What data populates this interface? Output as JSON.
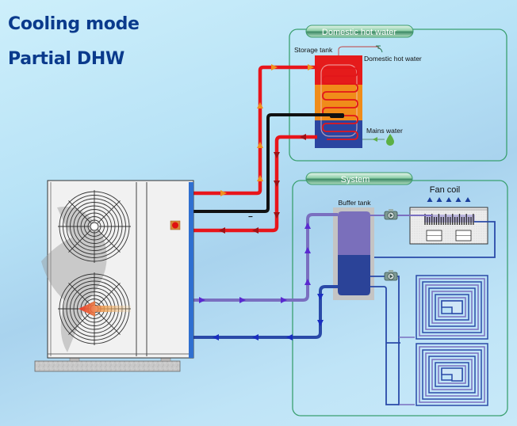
{
  "title": {
    "line1": "Cooling mode",
    "line2": "Partial DHW"
  },
  "dhw_panel": {
    "header": "Domestic hot water",
    "storage_tank_label": "Storage tank",
    "domestic_hot_water_label": "Domestic hot water",
    "mains_water_label": "Mains water"
  },
  "system_panel": {
    "header": "System",
    "buffer_tank_label": "Buffer tank",
    "fan_coil_label": "Fan coil"
  },
  "colors": {
    "title": "#0a3a8c",
    "hot_pipe": "#e8151b",
    "flow_arrow_hot": "#f0901e",
    "return_arrow_hot": "#a01015",
    "black_pipe": "#111111",
    "supply_pipe": "#7a6fc0",
    "return_pipe": "#2a4aa8",
    "panel_border": "#3aa070",
    "tank_hot": "#e51b1b",
    "tank_mid": "#f08c1a",
    "tank_cold": "#2b45a0"
  }
}
